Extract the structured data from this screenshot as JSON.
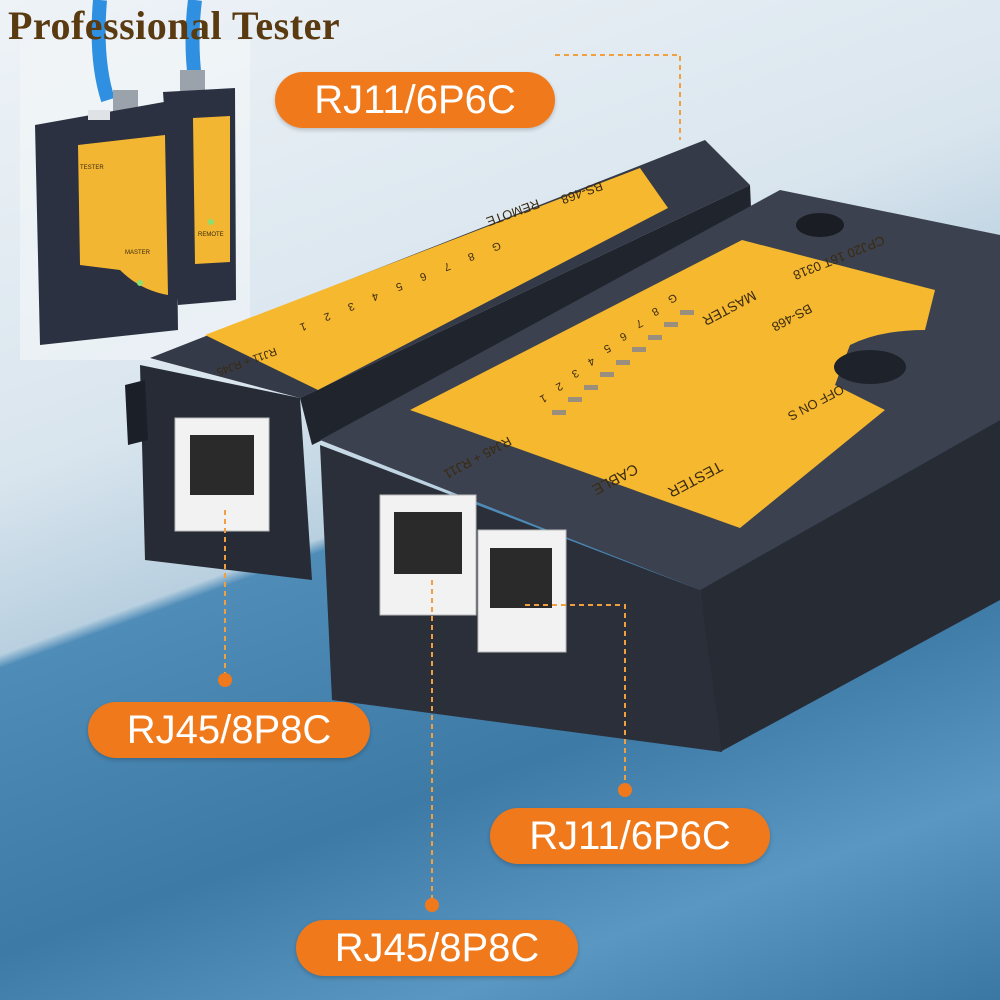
{
  "title": "Professional Tester",
  "callouts": {
    "top_rj11": "RJ11/6P6C",
    "left_rj45": "RJ45/8P8C",
    "right_rj11": "RJ11/6P6C",
    "bottom_rj45": "RJ45/8P8C"
  },
  "master": {
    "name": "MASTER",
    "model": "BS-468",
    "serial": "CPJ20 16T 0318",
    "label_cable": "CABLE",
    "label_tester": "TESTER",
    "ports_label": "RJ45 + RJ11",
    "switch_label": "OFF ON S",
    "leds": [
      "1",
      "2",
      "3",
      "4",
      "5",
      "6",
      "7",
      "8",
      "G"
    ]
  },
  "remote": {
    "name": "REMOTE",
    "model": "BS-468",
    "ports_label": "RJ11 + RJ45",
    "leds": [
      "1",
      "2",
      "3",
      "4",
      "5",
      "6",
      "7",
      "8",
      "G"
    ]
  },
  "colors": {
    "accent": "#f0791c",
    "title": "#5a3a10",
    "panel": "#f5b82e",
    "body": "#2d3340"
  }
}
